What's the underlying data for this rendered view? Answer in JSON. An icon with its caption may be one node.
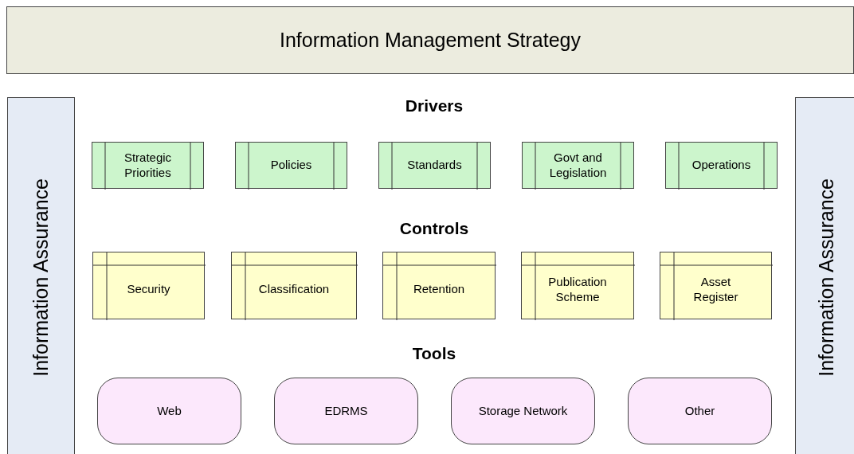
{
  "diagram": {
    "nodes": [
      {
        "text": [
          "Information Management Strategy"
        ]
      },
      {
        "text": [
          "Information Assurance"
        ]
      },
      {
        "text": [
          "Information Assurance"
        ]
      },
      {
        "text": [
          "Strategic Priorities"
        ]
      },
      {
        "text": [
          "Policies"
        ]
      },
      {
        "text": [
          "Standards"
        ]
      },
      {
        "text": [
          "Govt and Legislation"
        ]
      },
      {
        "text": [
          "Operations"
        ]
      },
      {
        "text": [
          "Security"
        ]
      },
      {
        "text": [
          "Classification"
        ]
      },
      {
        "text": [
          "Retention"
        ]
      },
      {
        "text": [
          "Publication Scheme"
        ]
      },
      {
        "text": [
          "Asset Register"
        ]
      },
      {
        "text": [
          "Web"
        ]
      },
      {
        "text": [
          "EDRMS"
        ]
      },
      {
        "text": [
          "Storage Network"
        ]
      },
      {
        "text": [
          "Other"
        ]
      }
    ],
    "labels": [
      "Drivers",
      "Controls",
      "Tools"
    ]
  }
}
